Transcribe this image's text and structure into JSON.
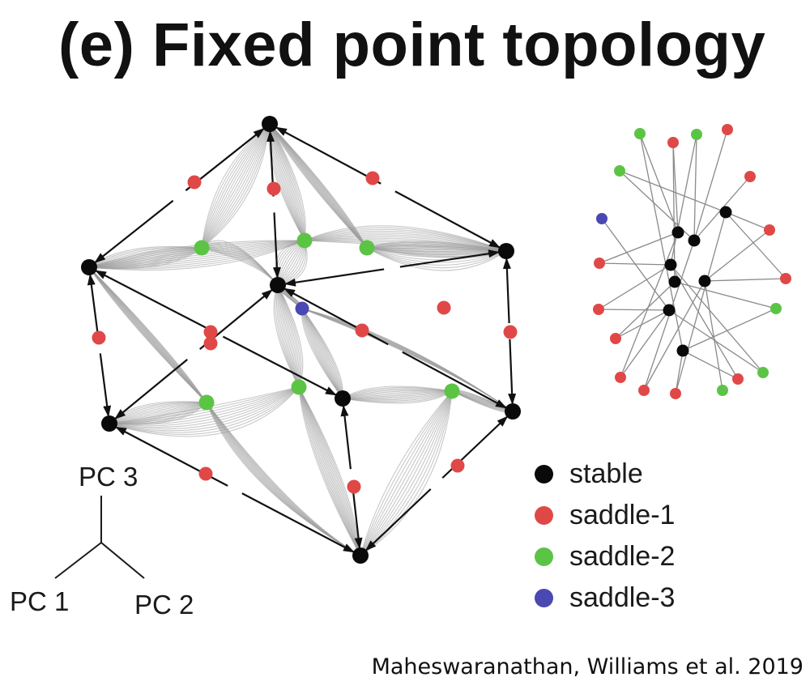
{
  "title": "(e) Fixed point topology",
  "citation": "Maheswaranathan, Williams et al. 2019",
  "axes": {
    "pc1": "PC 1",
    "pc2": "PC 2",
    "pc3": "PC 3"
  },
  "legend": [
    {
      "label": "stable",
      "color": "#0a0a0a"
    },
    {
      "label": "saddle-1",
      "color": "#e04848"
    },
    {
      "label": "saddle-2",
      "color": "#5cc445"
    },
    {
      "label": "saddle-3",
      "color": "#4a48b2"
    }
  ],
  "colors": {
    "stable": "#0a0a0a",
    "saddle1": "#e04848",
    "saddle2": "#5cc445",
    "saddle3": "#4a48b2",
    "trajectory": "#9a9a9a",
    "edge": "#111111"
  }
}
